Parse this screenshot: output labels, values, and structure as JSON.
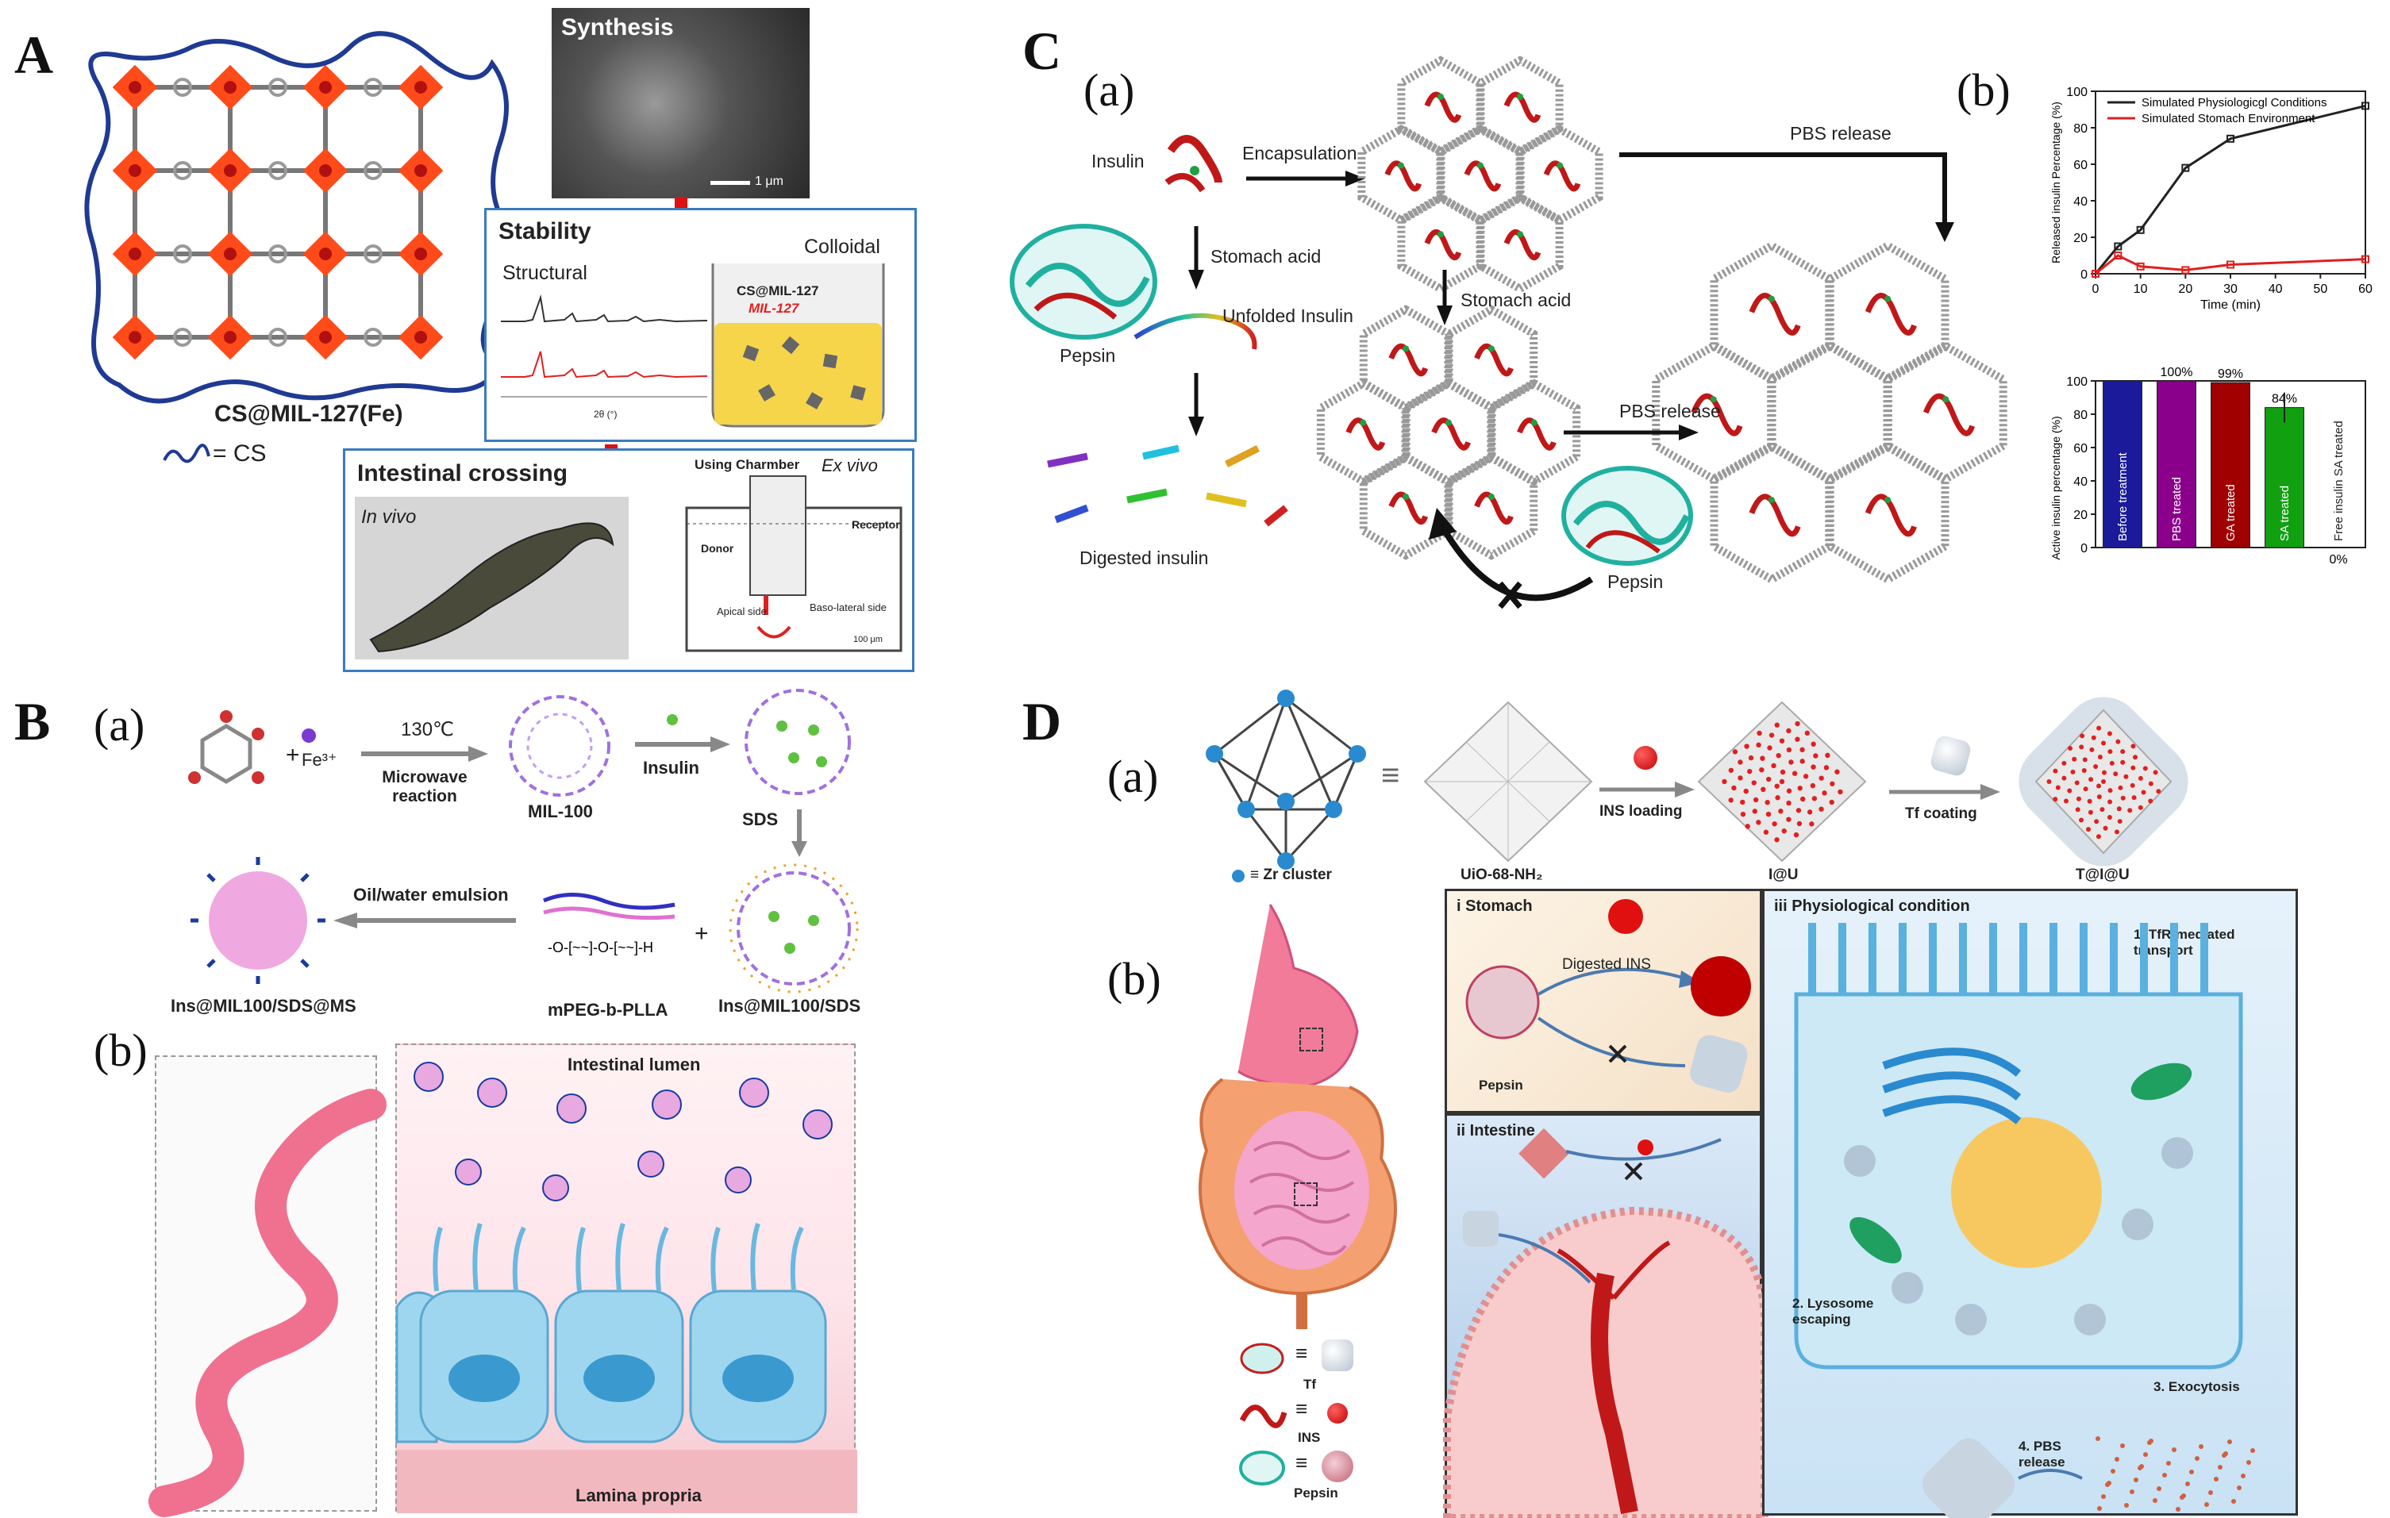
{
  "panel_a": {
    "letter": "A",
    "framework_label": "CS@MIL-127(Fe)",
    "legend_label": "= CS",
    "synthesis_title": "Synthesis",
    "scale_bar": "1 μm",
    "stability_title": "Stability",
    "structural_label": "Structural",
    "colloidal_label": "Colloidal",
    "beaker_label_1": "CS@MIL-127",
    "beaker_label_2": "MIL-127",
    "xrd_axis": "2θ (°)",
    "intestinal_title": "Intestinal crossing",
    "in_vivo": "In vivo",
    "ex_vivo": "Ex vivo",
    "chamber_title": "Using Charmber",
    "donor": "Donor",
    "receptor": "Receptor",
    "apical": "Apical side",
    "basolateral": "Baso-lateral side",
    "chamber_scale": "100 μm"
  },
  "panel_b": {
    "letter": "B",
    "sub_a": "(a)",
    "sub_b": "(b)",
    "fe_label": "Fe³⁺",
    "temp": "130℃",
    "microwave": "Microwave reaction",
    "mil100": "MIL-100",
    "insulin": "Insulin",
    "sds": "SDS",
    "ins_mil_sds": "Ins@MIL100/SDS",
    "polymer": "mPEG-b-PLLA",
    "emulsion": "Oil/water emulsion",
    "final": "Ins@MIL100/SDS@MS",
    "lumen": "Intestinal lumen",
    "lamina": "Lamina propria"
  },
  "panel_c": {
    "letter": "C",
    "sub_a": "(a)",
    "sub_b": "(b)",
    "insulin": "Insulin",
    "encapsulation": "Encapsulation",
    "pbs_release_top": "PBS release",
    "stomach_acid_1": "Stomach acid",
    "stomach_acid_2": "Stomach acid",
    "unfolded": "Unfolded Insulin",
    "pepsin_1": "Pepsin",
    "pepsin_2": "Pepsin",
    "digested": "Digested insulin",
    "pbs_release_mid": "PBS release"
  },
  "panel_d": {
    "letter": "D",
    "sub_a": "(a)",
    "sub_b": "(b)",
    "zr_cluster": "≡ Zr cluster",
    "uio": "UiO-68-NH₂",
    "ins_loading": "INS loading",
    "iu": "I@U",
    "tf_coating": "Tf coating",
    "tiu": "T@I@U",
    "stomach": "i Stomach",
    "digested_ins": "Digested INS",
    "pepsin": "Pepsin",
    "intestine": "ii Intestine",
    "physio": "iii Physiological condition",
    "tfr": "1. TfR-mediated transport",
    "lysosome": "2. Lysosome escaping",
    "exocytosis": "3. Exocytosis",
    "pbs": "4. PBS release",
    "legend_tf": "Tf",
    "legend_ins": "INS",
    "legend_pepsin": "Pepsin"
  },
  "chart_data": [
    {
      "type": "line",
      "xlabel": "Time (min)",
      "ylabel": "Released insulin Percentage (%)",
      "xlim": [
        0,
        60
      ],
      "ylim": [
        0,
        100
      ],
      "xticks": [
        0,
        10,
        20,
        30,
        40,
        50,
        60
      ],
      "yticks": [
        0,
        20,
        40,
        60,
        80,
        100
      ],
      "legend_position": "top-left",
      "series": [
        {
          "name": "Simulated Physiologicgl Conditions",
          "color": "#222222",
          "x": [
            0,
            5,
            10,
            20,
            30,
            60
          ],
          "y": [
            0,
            15,
            24,
            58,
            74,
            92
          ]
        },
        {
          "name": "Simulated Stomach Environment",
          "color": "#e02020",
          "x": [
            0,
            5,
            10,
            20,
            30,
            60
          ],
          "y": [
            0,
            10,
            4,
            2,
            5,
            8
          ]
        }
      ]
    },
    {
      "type": "bar",
      "ylabel": "Active insulin percentage (%)",
      "ylim": [
        0,
        100
      ],
      "yticks": [
        0,
        20,
        40,
        60,
        80,
        100
      ],
      "categories": [
        "Before treatment",
        "PBS treated",
        "GA treated",
        "SA treated",
        "Free insulin SA treated"
      ],
      "values": [
        100,
        100,
        99,
        84,
        0
      ],
      "value_labels": [
        "",
        "100%",
        "99%",
        "84%",
        "0%"
      ],
      "colors": [
        "#1a1a9a",
        "#8a008a",
        "#a00000",
        "#10a010",
        "#ffffff"
      ]
    }
  ]
}
